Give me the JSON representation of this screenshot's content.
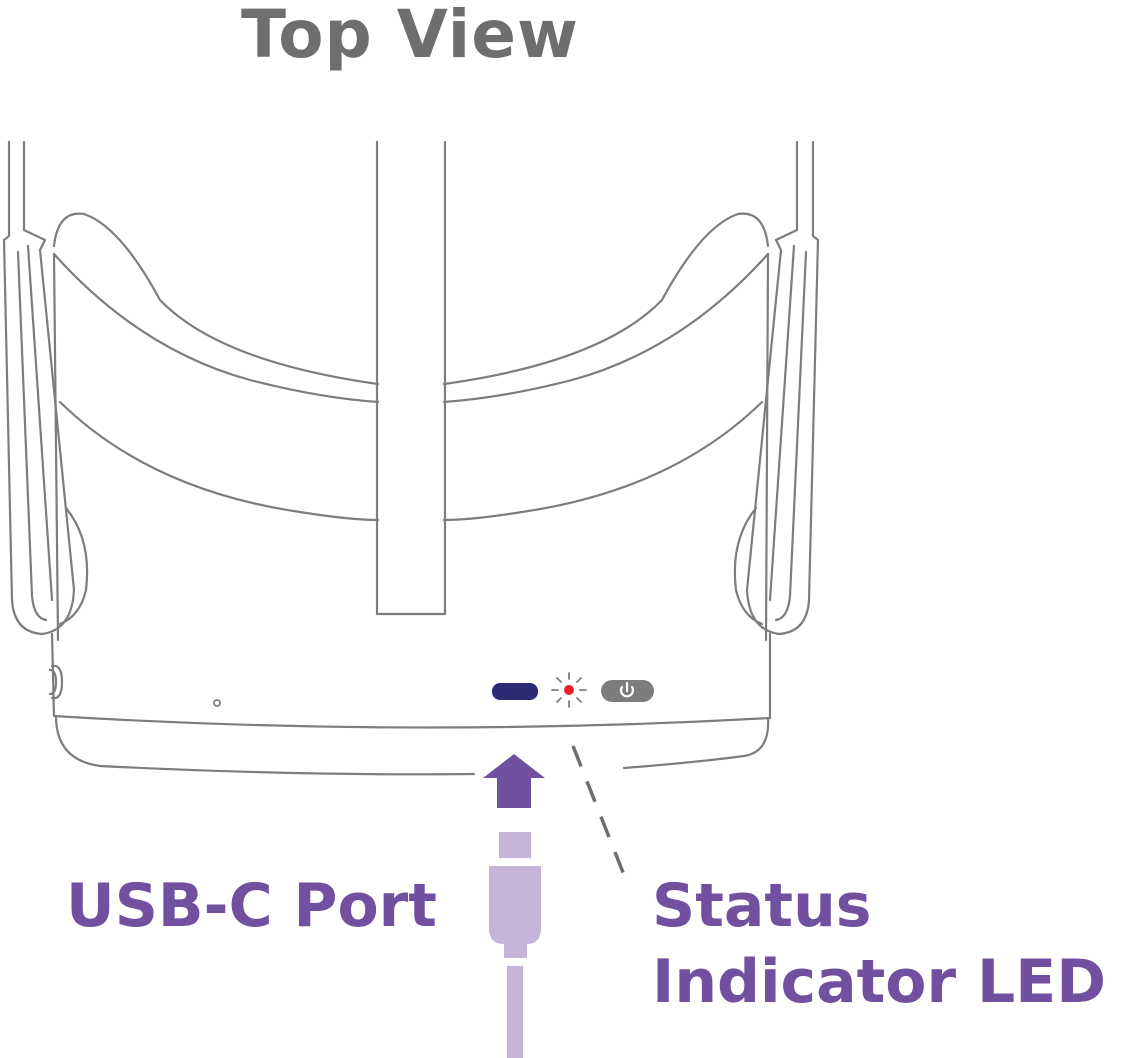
{
  "title": "Top View",
  "labels": {
    "usb_port": "USB-C Port",
    "status_led_line1": "Status",
    "status_led_line2": "Indicator LED"
  },
  "colors": {
    "title": "#6d6e70",
    "label": "#7250a0",
    "outline": "#7d7d7d",
    "arrow": "#7250a0",
    "cable": "#c3b4d8",
    "port": "#2c2a74",
    "led": "#e8202a",
    "power_button": "#7d7d7d",
    "leader_line": "#6d6e70"
  },
  "icons": {
    "power_button": "power-icon",
    "led": "led-light-icon"
  }
}
